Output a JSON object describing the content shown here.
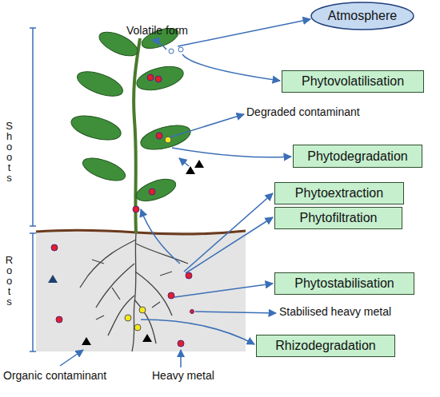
{
  "diagram": {
    "nodes": [
      {
        "text": [
          "Atmosphere"
        ]
      },
      {
        "text": [
          "Phytovolatilisation"
        ]
      },
      {
        "text": [
          "Phytodegradation"
        ]
      },
      {
        "text": [
          "Phytoextraction"
        ]
      },
      {
        "text": [
          "Phytofiltration"
        ]
      },
      {
        "text": [
          "Phytostabilisation"
        ]
      },
      {
        "text": [
          "Rhizodegradation"
        ]
      }
    ],
    "labels": [
      "Volatile form",
      "Shoots",
      "Degraded contaminant",
      "Roots",
      "Stabilised heavy metal",
      "Organic contaminant",
      "Heavy metal"
    ]
  }
}
